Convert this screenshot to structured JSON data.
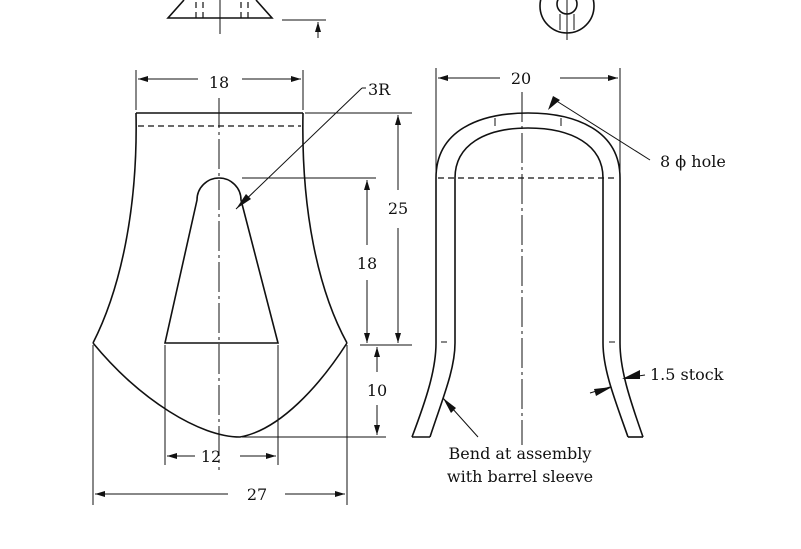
{
  "drawing": {
    "left_view": {
      "top_width": "18",
      "slot_radius": "3R",
      "total_height_dim": "25",
      "slot_height": "18",
      "lower_height": "10",
      "slot_bottom_width": "12",
      "bottom_width": "27"
    },
    "right_view": {
      "width": "20",
      "hole_note": "8 ϕ hole",
      "stock_note": "1.5 stock",
      "bend_note_line1": "Bend at assembly",
      "bend_note_line2": "with barrel sleeve"
    }
  }
}
